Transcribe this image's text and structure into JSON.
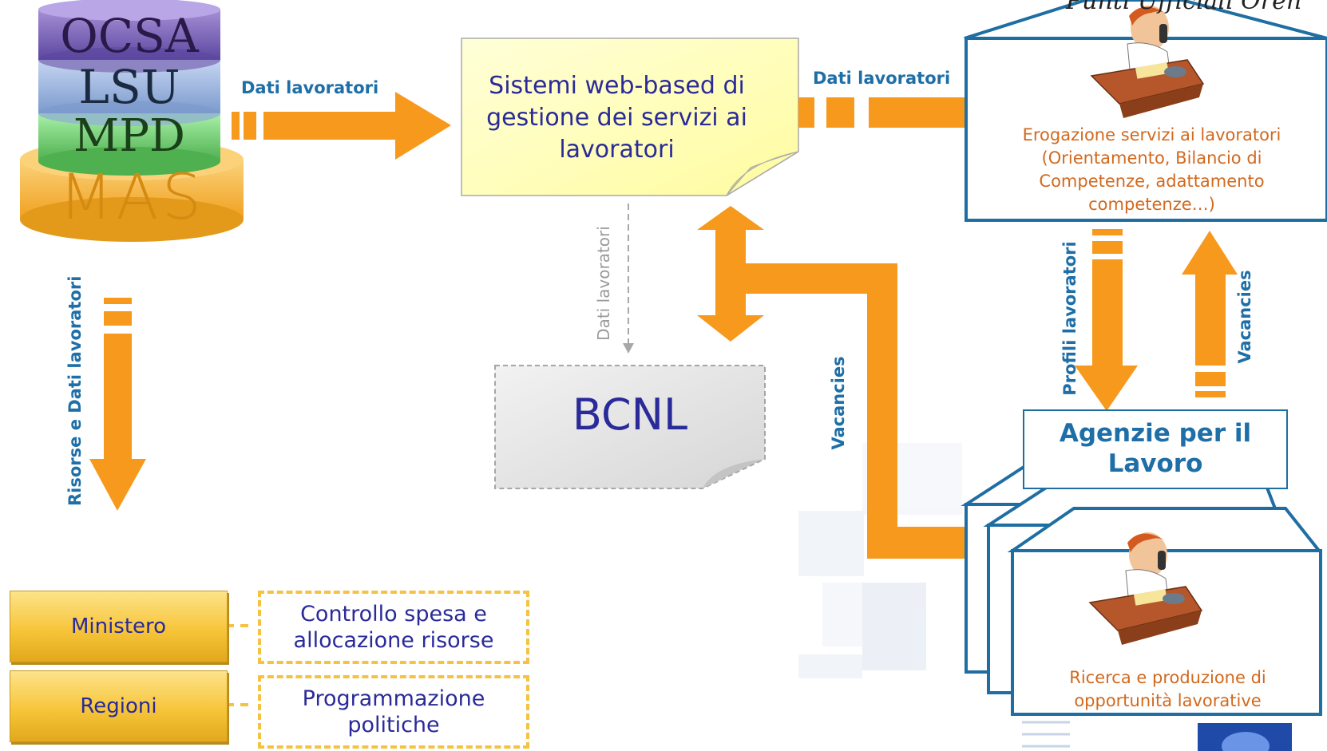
{
  "stack": {
    "layers": [
      "OCSA",
      "LSU",
      "MPD",
      "MAS"
    ],
    "colors": {
      "ocsa": "#7a5fb8",
      "lsu": "#9bb3de",
      "mpd": "#7fd07f",
      "mas": "#f7b733"
    }
  },
  "arrows": {
    "top_left": "Dati lavoratori",
    "top_right": "Dati lavoratori",
    "left_down": "Risorse e Dati lavoratori",
    "center_down": "Dati lavoratori",
    "vacancies_center": "Vacancies",
    "profili": "Profili lavoratori",
    "vacancies_right": "Vacancies"
  },
  "note_main": "Sistemi web-based di gestione dei servizi ai lavoratori",
  "note_bcnl": "BCNL",
  "office_top": {
    "label": "Erogazione servizi ai lavoratori (Orientamento, Bilancio di Competenze, adattamento competenze…)",
    "roof_text": "Punti Ufficiali Oren"
  },
  "agenzie": {
    "title": "Agenzie per il Lavoro",
    "office_label": "Ricerca e produzione di opportunità lavorative"
  },
  "buttons": {
    "ministero": "Ministero",
    "regioni": "Regioni"
  },
  "roles": {
    "controllo": "Controllo spesa e allocazione risorse",
    "programmazione": "Programmazione politiche"
  },
  "colors": {
    "orange": "#f7991c",
    "blue_label": "#1e6fa8",
    "office_border": "#1f6ea3",
    "note_yellow": "#ffffc0",
    "button_gold": "#f7c53a",
    "dash_yellow": "#f5c242"
  }
}
